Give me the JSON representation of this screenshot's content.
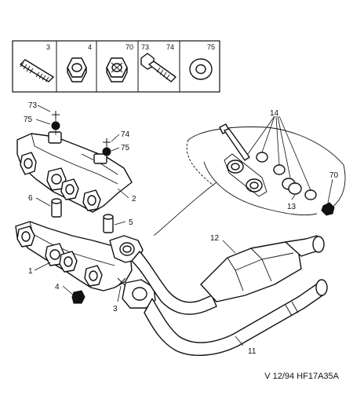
{
  "hardware_box": {
    "cells": [
      {
        "ref": "3",
        "icon": "stud-icon"
      },
      {
        "ref": "4",
        "icon": "nut-icon"
      },
      {
        "ref": "70",
        "icon": "self-locking-nut-icon"
      },
      {
        "ref": "73",
        "icon": "bolt-icon"
      },
      {
        "ref": "74",
        "icon": "bolt-icon"
      },
      {
        "ref": "75",
        "icon": "washer-icon"
      }
    ]
  },
  "labels": {
    "l73": "73",
    "l75a": "75",
    "l74": "74",
    "l75b": "75",
    "l14": "14",
    "l6": "6",
    "l2": "2",
    "l5": "5",
    "l13": "13",
    "l70": "70",
    "l12": "12",
    "l1": "1",
    "l4": "4",
    "l3": "3",
    "l11": "11"
  },
  "footer": {
    "reference": "V 12/94 HF17A35A"
  }
}
